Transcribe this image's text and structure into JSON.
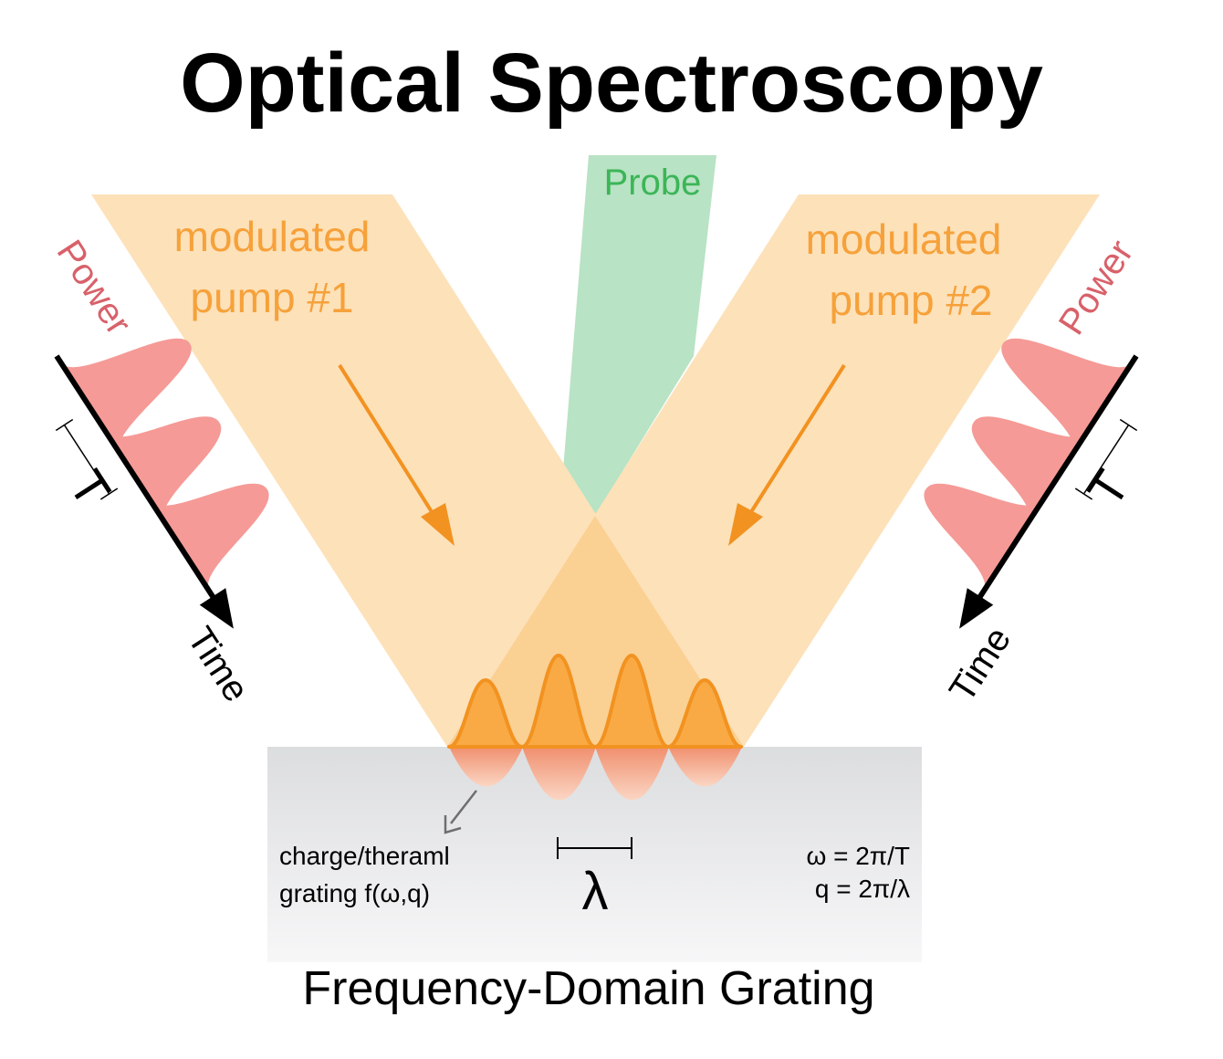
{
  "title": "Optical Spectroscopy",
  "footer": "Frequency-Domain Grating",
  "colors": {
    "pump_beam": "#fde1b9",
    "overlap": "#fbd093",
    "probe_beam": "#b8e3c4",
    "pump_text": "#f6a13a",
    "probe_text": "#3cb557",
    "power_text": "#d8616a",
    "pulse_fill": "#f59a96",
    "grating_wave": "#f9aa44",
    "grating_wave_stroke": "#f29220",
    "slab_top": "#dcdddf",
    "slab_bottom": "#f6f6f7",
    "arrow": "#f29220"
  },
  "beams": {
    "pump1": {
      "line1": "modulated",
      "line2": "pump #1"
    },
    "pump2": {
      "line1": "modulated",
      "line2": "pump #2"
    },
    "probe": {
      "label": "Probe"
    }
  },
  "left_axis": {
    "power": "Power",
    "time": "Time",
    "period": "T"
  },
  "right_axis": {
    "power": "Power",
    "time": "Time",
    "period": "T"
  },
  "grating": {
    "label_line1": "charge/theraml",
    "label_line2": "grating f(ω,q)",
    "wavelength": "λ",
    "omega_eq": "ω = 2π/T",
    "q_eq": "q = 2π/λ",
    "peaks": 4
  }
}
